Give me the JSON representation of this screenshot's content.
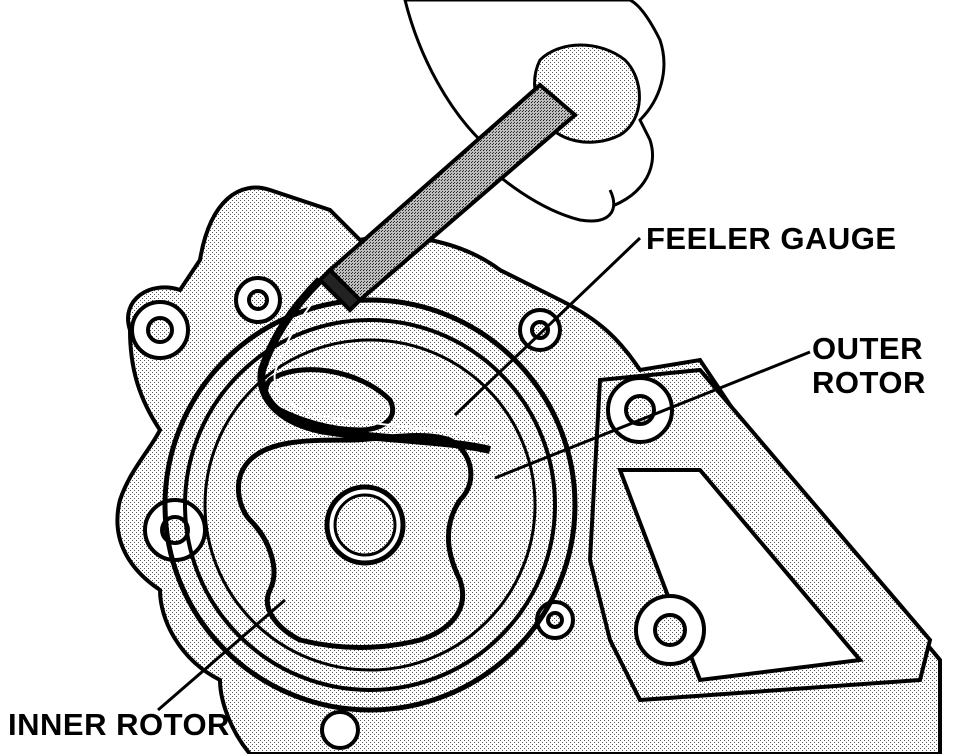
{
  "labels": {
    "feeler_gauge": "FEELER GAUGE",
    "outer_rotor_line1": "OUTER",
    "outer_rotor_line2": "ROTOR",
    "inner_rotor": "INNER ROTOR"
  },
  "colors": {
    "ink": "#000000",
    "shade": "#9a9a9a",
    "paper": "#ffffff"
  }
}
